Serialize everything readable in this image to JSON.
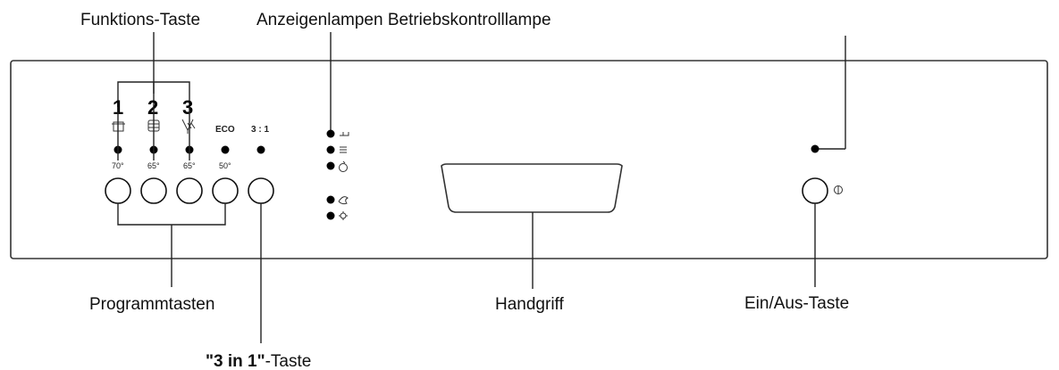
{
  "labels": {
    "function_key": "Funktions-Taste",
    "indicator_lamps": "Anzeigenlampen Betriebskontrolllampe",
    "program_keys": "Programmtasten",
    "three_in_one_bold": "\"3 in 1\"",
    "three_in_one_rest": "-Taste",
    "handle": "Handgriff",
    "on_off_key": "Ein/Aus-Taste"
  },
  "function_numbers": [
    "1",
    "2",
    "3"
  ],
  "program_buttons": [
    {
      "temperature": "70°"
    },
    {
      "temperature": "65°"
    },
    {
      "temperature": "65°"
    },
    {
      "code": "ECO",
      "temperature": "50°"
    }
  ],
  "three_in_one_button": {
    "code": "3 : 1"
  },
  "power_symbol": "⓵"
}
